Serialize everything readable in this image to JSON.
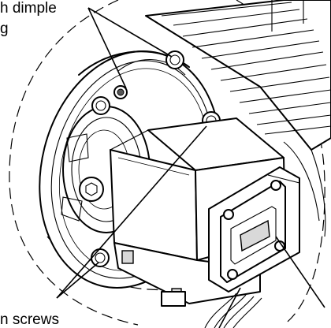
{
  "callouts": {
    "top_left_line1": "h dimple",
    "top_left_line2": "g",
    "bottom_left": "n screws"
  },
  "colors": {
    "ink": "#000000",
    "paper": "#ffffff",
    "shade": "#d9d9d9"
  }
}
